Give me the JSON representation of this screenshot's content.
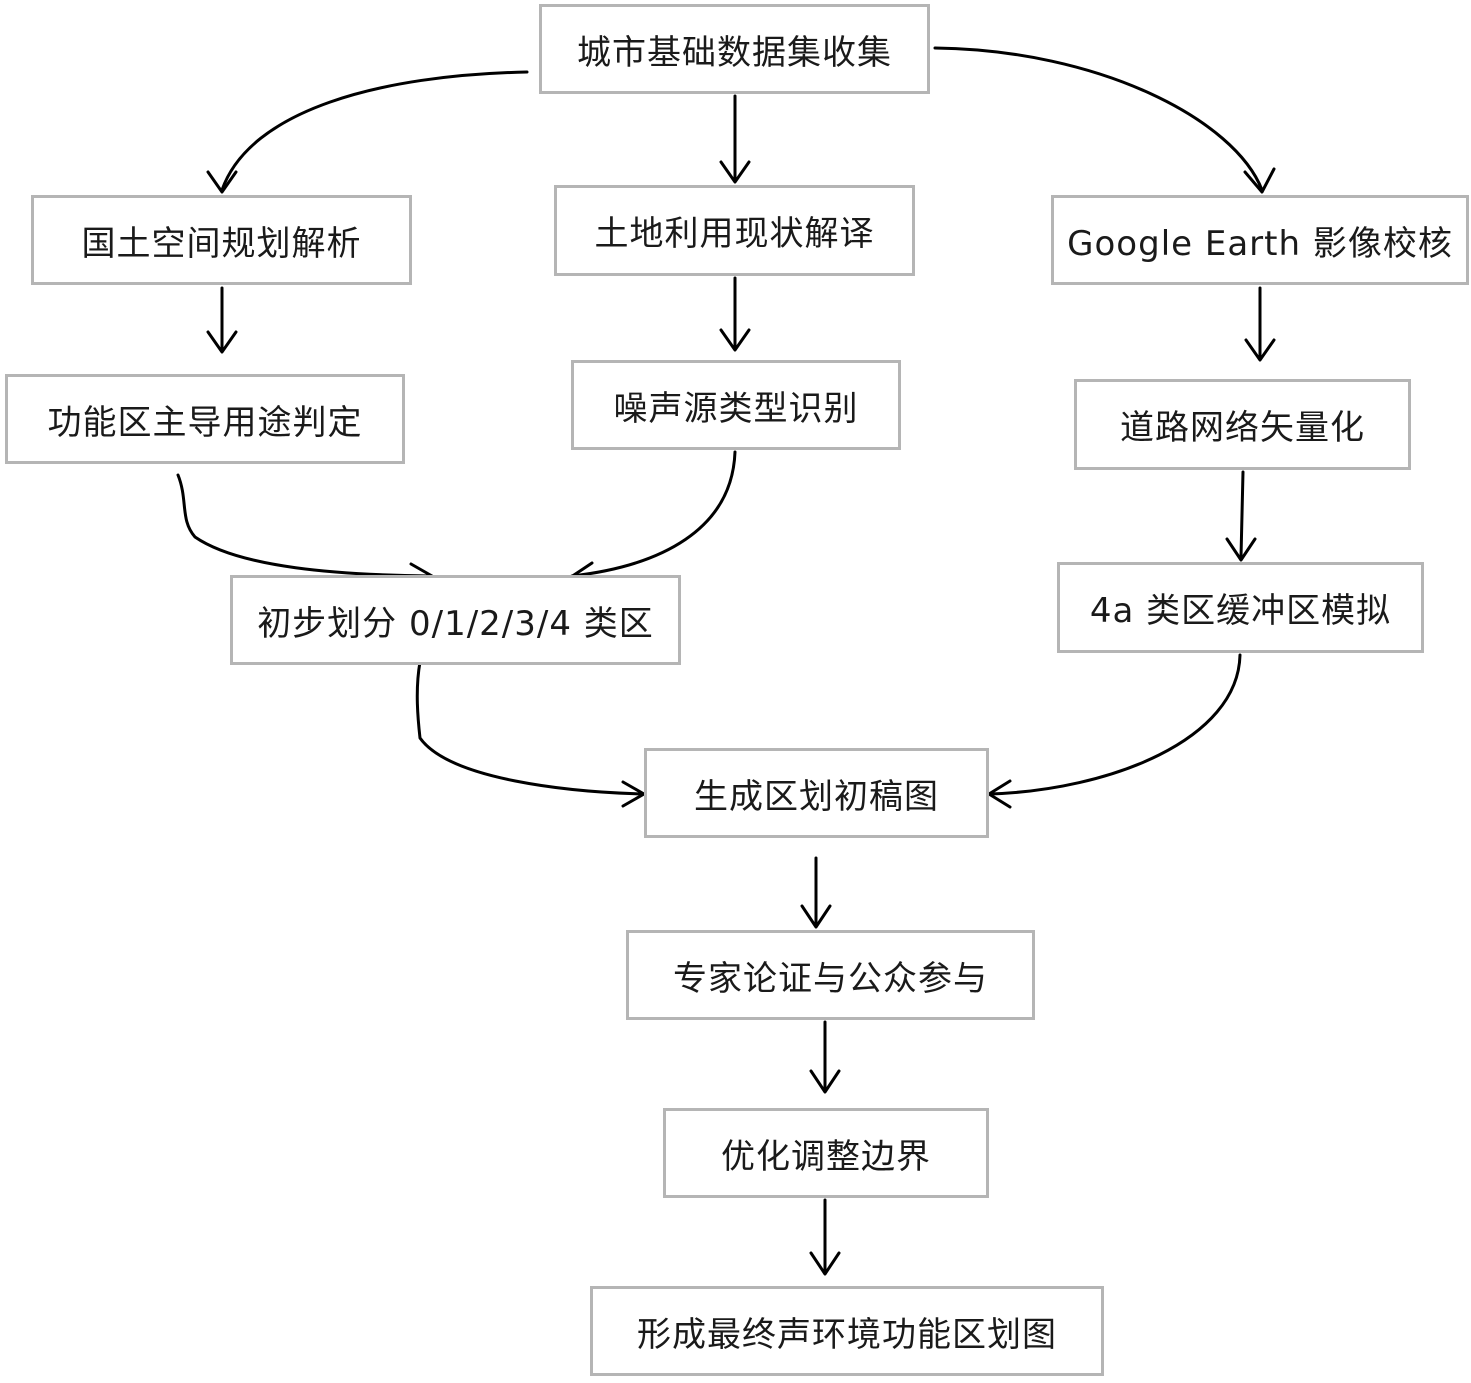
{
  "nodes": {
    "collect": "城市基础数据集收集",
    "plan_analysis": "国土空间规划解析",
    "landuse": "土地利用现状解译",
    "google_earth": "Google Earth 影像校核",
    "dominant_use": "功能区主导用途判定",
    "noise_source": "噪声源类型识别",
    "road_vector": "道路网络矢量化",
    "initial_division": "初步划分 0/1/2/3/4 类区",
    "buffer_4a": "4a 类区缓冲区模拟",
    "draft_map": "生成区划初稿图",
    "expert_public": "专家论证与公众参与",
    "optimize": "优化调整边界",
    "final_map": "形成最终声环境功能区划图"
  },
  "edges": [
    {
      "from": "collect",
      "to": "plan_analysis"
    },
    {
      "from": "collect",
      "to": "landuse"
    },
    {
      "from": "collect",
      "to": "google_earth"
    },
    {
      "from": "plan_analysis",
      "to": "dominant_use"
    },
    {
      "from": "landuse",
      "to": "noise_source"
    },
    {
      "from": "google_earth",
      "to": "road_vector"
    },
    {
      "from": "dominant_use",
      "to": "initial_division"
    },
    {
      "from": "noise_source",
      "to": "initial_division"
    },
    {
      "from": "road_vector",
      "to": "buffer_4a"
    },
    {
      "from": "initial_division",
      "to": "draft_map"
    },
    {
      "from": "buffer_4a",
      "to": "draft_map"
    },
    {
      "from": "draft_map",
      "to": "expert_public"
    },
    {
      "from": "expert_public",
      "to": "optimize"
    },
    {
      "from": "optimize",
      "to": "final_map"
    }
  ]
}
